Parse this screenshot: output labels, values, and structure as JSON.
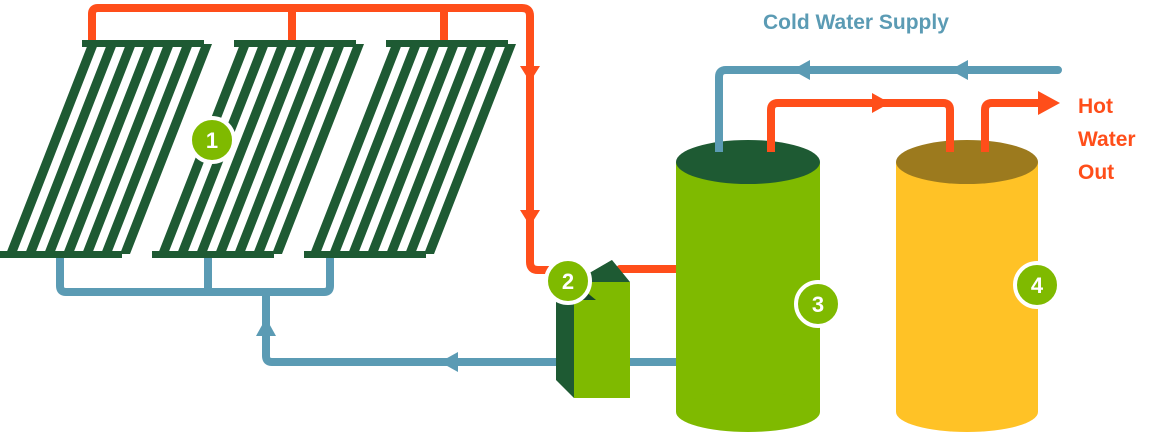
{
  "labels": {
    "cold_water_supply": "Cold Water Supply",
    "hot_line1": "Hot",
    "hot_line2": "Water",
    "hot_line3": "Out"
  },
  "badges": {
    "collectors": "1",
    "pump_station": "2",
    "solar_tank": "3",
    "backup_tank": "4"
  },
  "colors": {
    "hot_pipe": "#ff4e1a",
    "cold_pipe": "#5b9bb4",
    "collector_green": "#1e5a33",
    "tank_green": "#7fba00",
    "tank_yellow": "#ffc226",
    "badge_green": "#7fba00",
    "label_cold": "#5b9bb4",
    "label_hot": "#ff4e1a"
  }
}
